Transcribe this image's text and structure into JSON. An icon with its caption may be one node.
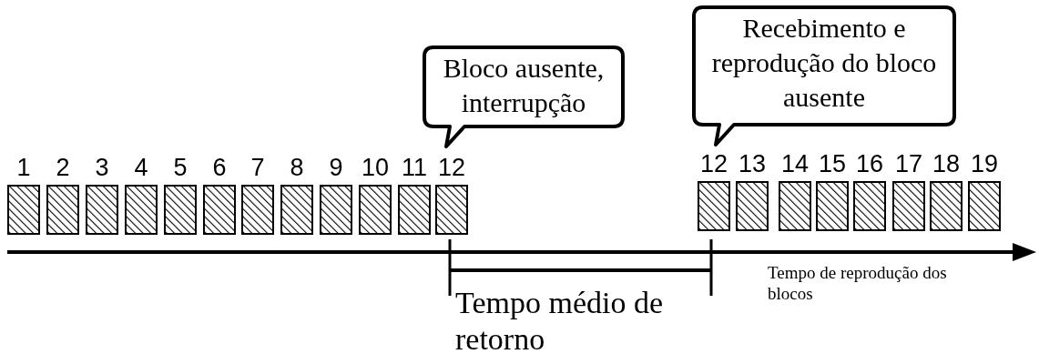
{
  "diagram": {
    "nodes": [
      {
        "text": [
          "Bloco ausente, interrupção"
        ]
      },
      {
        "text": [
          "Recebimento e reprodução do bloco ausente"
        ]
      },
      {
        "text": [],
        "shape": "box",
        "beside": [
          "1"
        ]
      },
      {
        "text": [],
        "shape": "box",
        "beside": [
          "2"
        ]
      },
      {
        "text": [],
        "shape": "box",
        "beside": [
          "3"
        ]
      },
      {
        "text": [],
        "shape": "box",
        "beside": [
          "4"
        ]
      },
      {
        "text": [],
        "shape": "box",
        "beside": [
          "5"
        ]
      },
      {
        "text": [],
        "shape": "box",
        "beside": [
          "6"
        ]
      },
      {
        "text": [],
        "shape": "box",
        "beside": [
          "7"
        ]
      },
      {
        "text": [],
        "shape": "box",
        "beside": [
          "8"
        ]
      },
      {
        "text": [],
        "shape": "box",
        "beside": [
          "9"
        ]
      },
      {
        "text": [],
        "shape": "box",
        "beside": [
          "10"
        ]
      },
      {
        "text": [],
        "shape": "box",
        "beside": [
          "11"
        ]
      },
      {
        "text": [],
        "shape": "box",
        "beside": [
          "12"
        ]
      },
      {
        "text": [],
        "shape": "box",
        "beside": [
          "12"
        ]
      },
      {
        "text": [],
        "shape": "box",
        "beside": [
          "13"
        ]
      },
      {
        "text": [],
        "shape": "box",
        "beside": [
          "14"
        ]
      },
      {
        "text": [],
        "shape": "box",
        "beside": [
          "15"
        ]
      },
      {
        "text": [],
        "shape": "box",
        "beside": [
          "16"
        ]
      },
      {
        "text": [],
        "shape": "box",
        "beside": [
          "17"
        ]
      },
      {
        "text": [],
        "shape": "box",
        "beside": [
          "18"
        ]
      },
      {
        "text": [],
        "shape": "box",
        "beside": [
          "19"
        ]
      }
    ],
    "labels": [
      "Tempo de reprodução dos blocos",
      "Tempo médio de retorno"
    ]
  }
}
